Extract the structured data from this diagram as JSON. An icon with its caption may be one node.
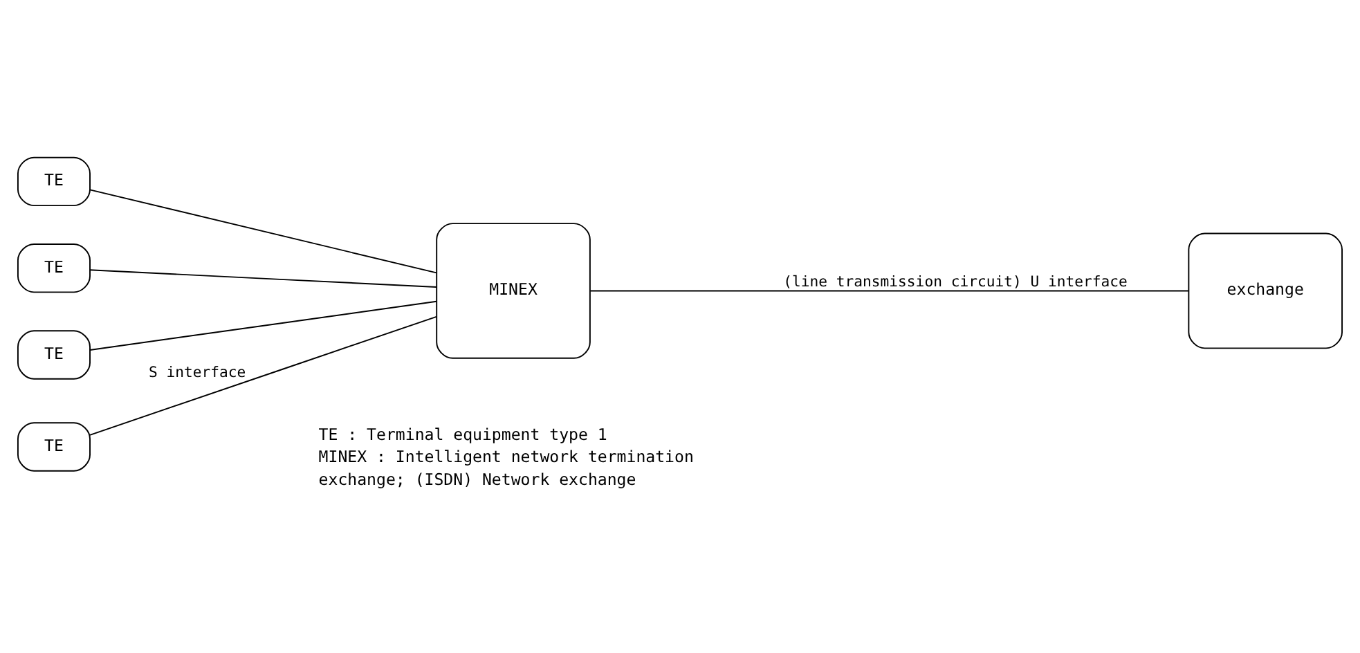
{
  "diagram": {
    "nodes": [
      {
        "text": [
          "TE"
        ]
      },
      {
        "text": [
          "TE"
        ]
      },
      {
        "text": [
          "MINEX"
        ]
      },
      {
        "text": [
          "exchange"
        ]
      },
      {
        "text": [
          "TE"
        ]
      },
      {
        "text": [
          "TE"
        ]
      }
    ],
    "edges": [
      {
        "from": 0,
        "to": 2,
        "arrow": "none"
      },
      {
        "from": 1,
        "to": 2,
        "arrow": "none"
      },
      {
        "from": 2,
        "to": 3,
        "arrow": "none",
        "label": "(line transmission circuit) U interface"
      },
      {
        "from": 4,
        "to": 2,
        "arrow": "none"
      },
      {
        "from": 5,
        "to": 2,
        "arrow": "none",
        "label": "S interface"
      }
    ],
    "labels": [
      "TE : Terminal equipment type 1",
      "MINEX : Intelligent network termination",
      "exchange; (ISDN) Network exchange"
    ]
  }
}
